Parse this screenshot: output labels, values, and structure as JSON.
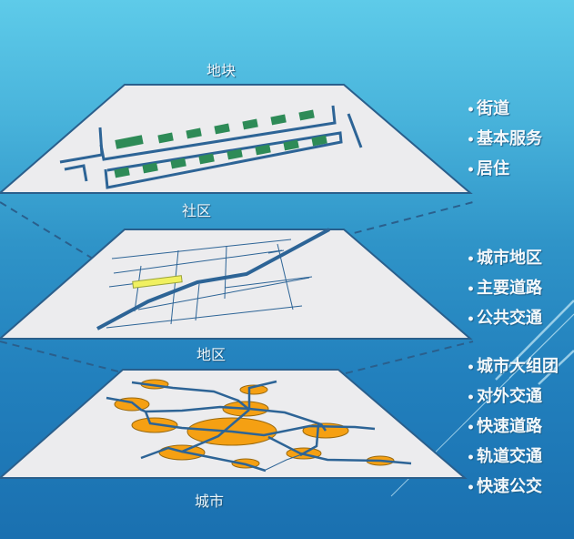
{
  "colors": {
    "background_top": "#5ecbe9",
    "background_bottom": "#1a70b0",
    "plane_fill": "#ececee",
    "plane_edge": "#2a5f8c",
    "road": "#2d6496",
    "building_green": "#2e8b57",
    "highlight_yellow": "#f0f060",
    "node_orange": "#f5a013",
    "text": "#f3f8fb"
  },
  "layers": [
    {
      "name": "plot",
      "top_label": "地块",
      "bottom_label": "社区",
      "bullets": [
        "街道",
        "基本服务",
        "居住"
      ]
    },
    {
      "name": "district",
      "bottom_label": "地区",
      "bullets": [
        "城市地区",
        "主要道路",
        "公共交通"
      ]
    },
    {
      "name": "city",
      "bottom_label": "城市",
      "bullets": [
        "城市大组团",
        "对外交通",
        "快速道路",
        "轨道交通",
        "快速公交"
      ]
    }
  ],
  "bullet_glyph": "•"
}
